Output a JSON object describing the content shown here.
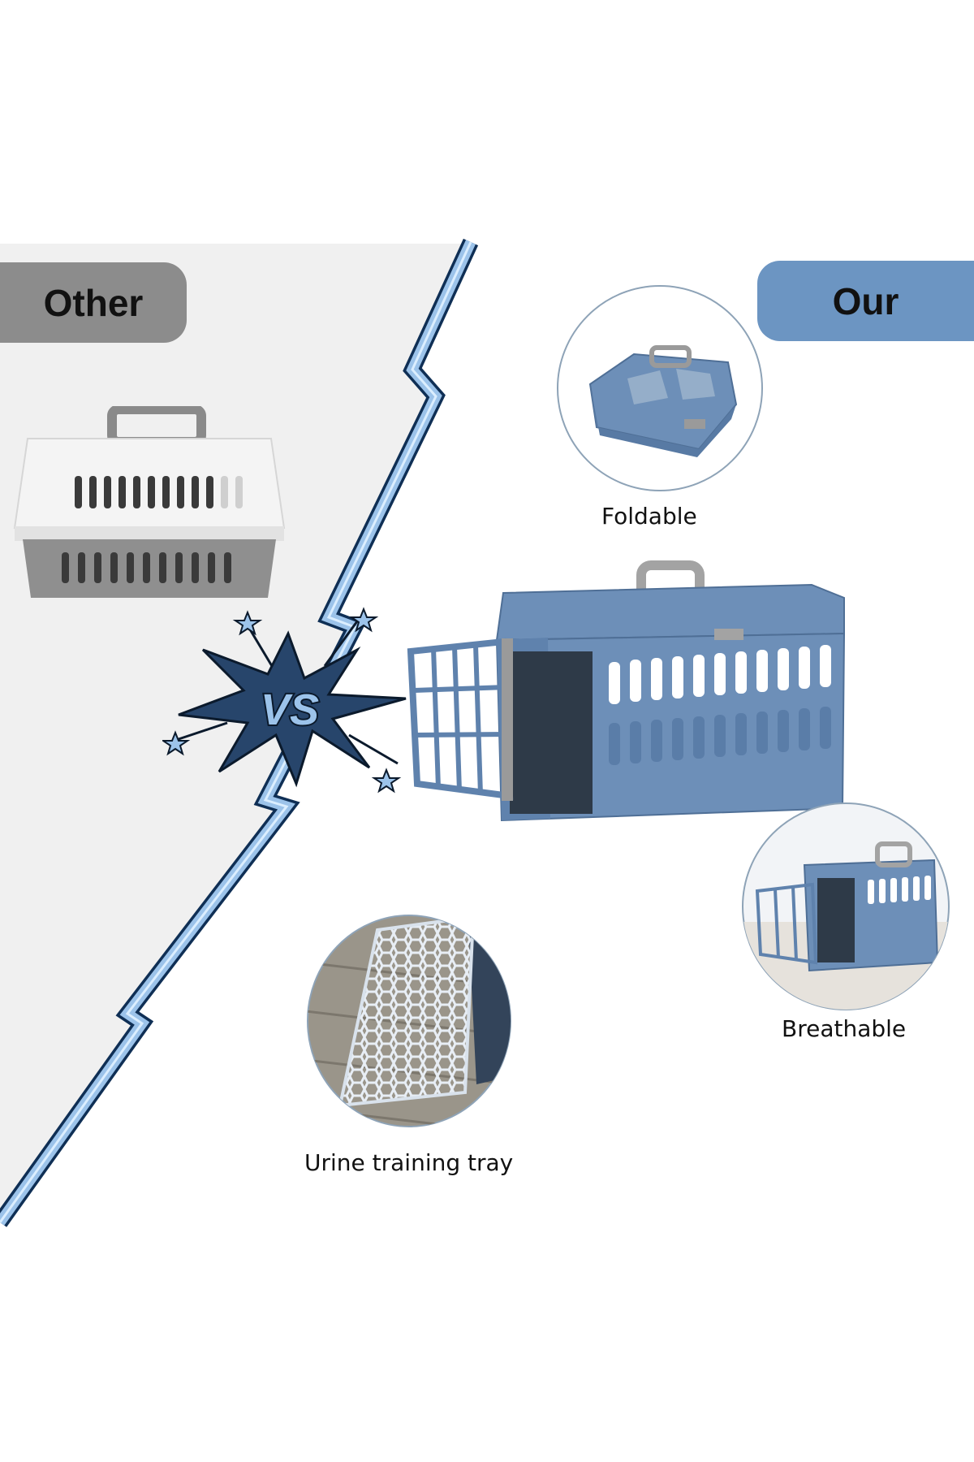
{
  "labels": {
    "other": "Other",
    "our": "Our",
    "vs": "VS"
  },
  "features": [
    {
      "label": "Foldable"
    },
    {
      "label": "Breathable"
    },
    {
      "label": "Urine training tray"
    }
  ],
  "colors": {
    "left_panel": "#f0f0f0",
    "other_pill": "#8c8c8c",
    "our_pill": "#6c95c2",
    "divider_blue": "#9cc3ea",
    "divider_outline": "#0f2f55",
    "vs_burst": "#27456b",
    "crate_blue": "#6d8fb8",
    "crate_grey": "#8f8f8f",
    "crate_white": "#f4f4f4"
  },
  "icons": [
    "vs-burst-icon",
    "star-icon"
  ]
}
